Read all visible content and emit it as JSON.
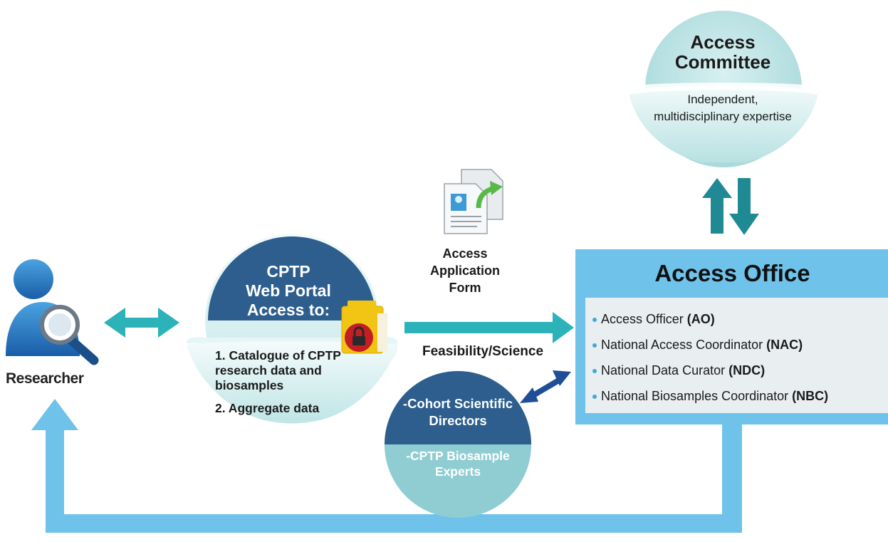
{
  "researcher": {
    "label": "Researcher"
  },
  "portal": {
    "title_lines": [
      "CPTP",
      "Web Portal",
      "Access to:"
    ],
    "items": [
      "1. Catalogue of CPTP research data and biosamples",
      "2. Aggregate data"
    ]
  },
  "application_form": {
    "label": "Access Application Form"
  },
  "feasibility_label": "Feasibility/Science",
  "cohort": {
    "top_label": "-Cohort Scientific Directors",
    "bottom_label": "-CPTP Biosample Experts"
  },
  "committee": {
    "title": "Access Committee",
    "description": "Independent, multidisciplinary expertise"
  },
  "office": {
    "title": "Access Office",
    "members": [
      {
        "name": "Access Officer",
        "abbr": "(AO)"
      },
      {
        "name": "National Access Coordinator",
        "abbr": "(NAC)"
      },
      {
        "name": "National Data Curator",
        "abbr": "(NDC)"
      },
      {
        "name": "National Biosamples Coordinator",
        "abbr": "(NBC)"
      }
    ]
  },
  "colors": {
    "teal": "#2bb3b9",
    "dark_teal": "#1f8a94",
    "light_blue": "#6fc3ea",
    "navy": "#2d5e8e",
    "dark_blue": "#1f4e96",
    "pale_cyan": "#dcf1f1"
  }
}
